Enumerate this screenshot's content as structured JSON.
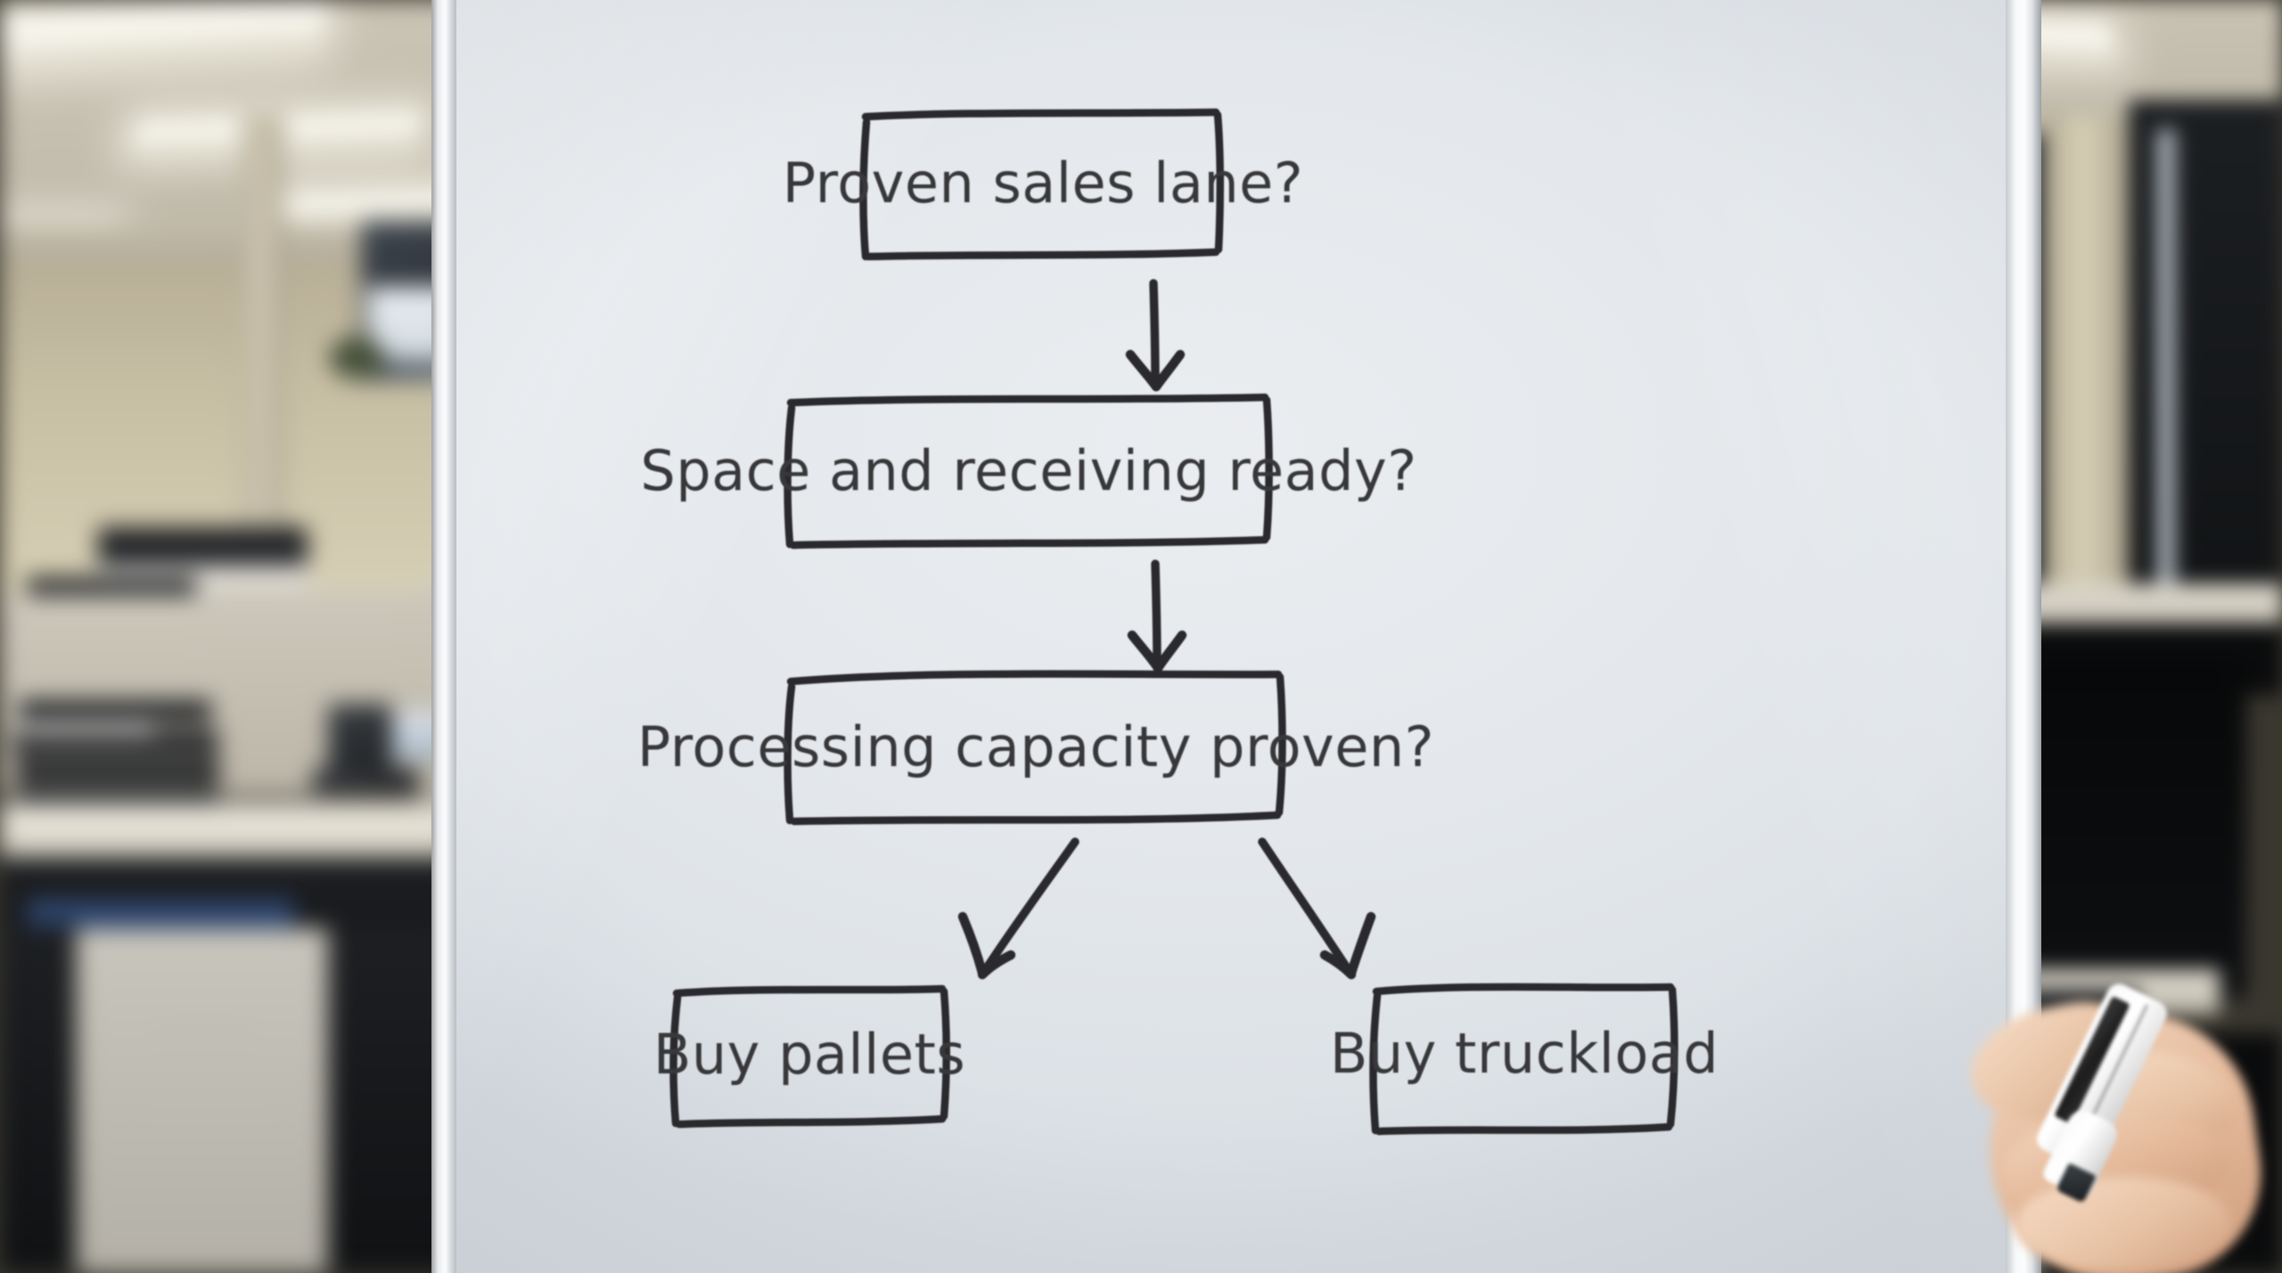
{
  "scene": {
    "title": "Whiteboard purchasing decision flowchart",
    "surface": "whiteboard",
    "ink_color": "#2c2c2d",
    "board_color": "#e4e8ec",
    "frame_color": "#e8eaec"
  },
  "flowchart": {
    "type": "decision-flow",
    "nodes": [
      {
        "id": "n1",
        "label": "Proven sales lane?",
        "kind": "decision"
      },
      {
        "id": "n2",
        "label": "Space and receiving ready?",
        "kind": "decision"
      },
      {
        "id": "n3",
        "label": "Processing capacity proven?",
        "kind": "decision"
      },
      {
        "id": "n4",
        "label": "Buy pallets",
        "kind": "outcome"
      },
      {
        "id": "n5",
        "label": "Buy truckload",
        "kind": "outcome"
      }
    ],
    "edges": [
      {
        "from": "n1",
        "to": "n2",
        "label": "",
        "direction": "down"
      },
      {
        "from": "n2",
        "to": "n3",
        "label": "",
        "direction": "down"
      },
      {
        "from": "n3",
        "to": "n4",
        "label": "",
        "direction": "down-left"
      },
      {
        "from": "n3",
        "to": "n5",
        "label": "",
        "direction": "down-right"
      }
    ]
  },
  "foreground": {
    "hand_label": "hand holding marker",
    "marker_label": "dry erase marker",
    "marker_color": "#ffffff",
    "marker_tip_color": "#20242a"
  },
  "background": {
    "setting": "open plan office",
    "left_items": [
      "ceiling light panels",
      "cubicle partitions",
      "desk with paper trays",
      "desk phone",
      "blue chair",
      "filing cabinet",
      "printer"
    ],
    "right_items": [
      "ceiling light panel",
      "window columns",
      "dark monitor",
      "keyboard",
      "desk"
    ]
  }
}
